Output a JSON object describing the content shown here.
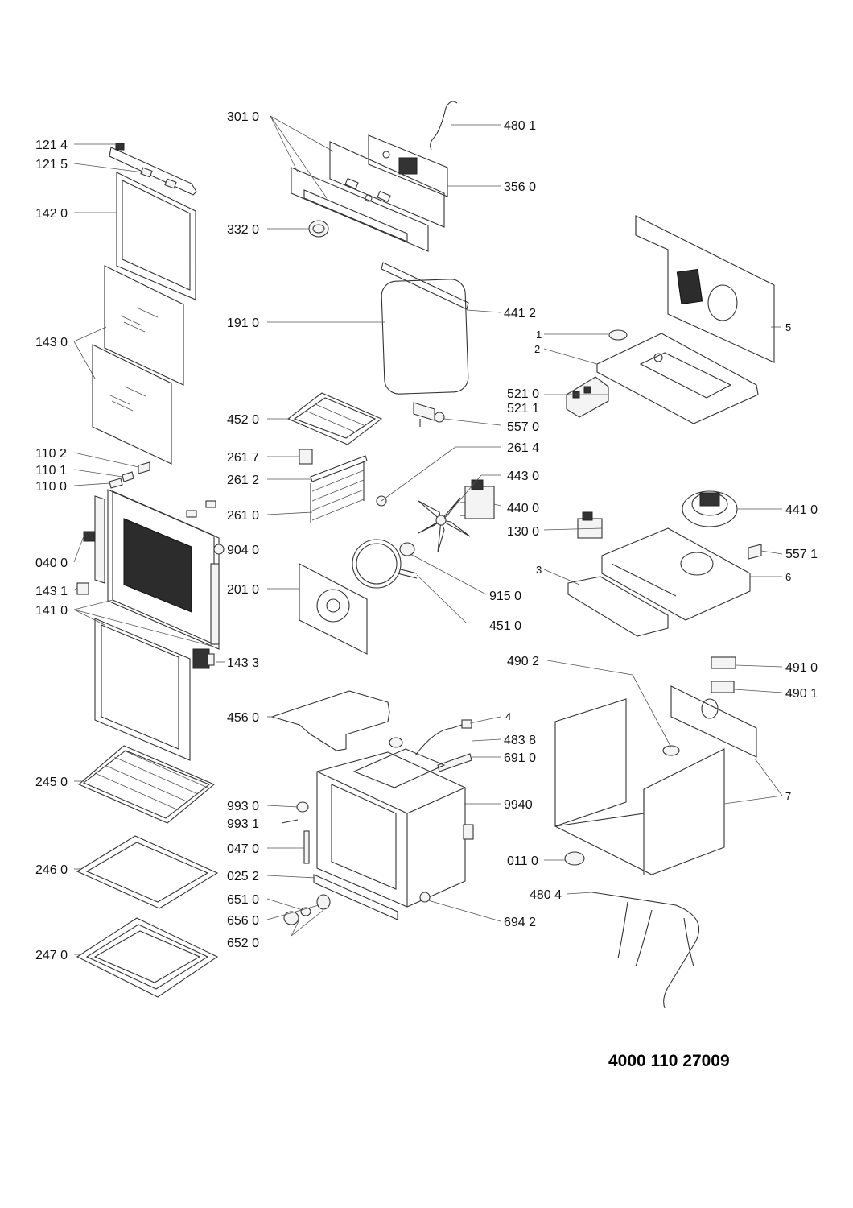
{
  "document_number": "4000 110 27009",
  "callouts": [
    {
      "id": "c-121-4",
      "text": "121 4"
    },
    {
      "id": "c-121-5",
      "text": "121 5"
    },
    {
      "id": "c-142-0",
      "text": "142 0"
    },
    {
      "id": "c-143-0",
      "text": "143 0"
    },
    {
      "id": "c-110-2",
      "text": "110 2"
    },
    {
      "id": "c-110-1",
      "text": "110 1"
    },
    {
      "id": "c-110-0",
      "text": "110 0"
    },
    {
      "id": "c-040-0",
      "text": "040 0"
    },
    {
      "id": "c-143-1",
      "text": "143 1"
    },
    {
      "id": "c-141-0",
      "text": "141 0"
    },
    {
      "id": "c-245-0",
      "text": "245 0"
    },
    {
      "id": "c-246-0",
      "text": "246 0"
    },
    {
      "id": "c-247-0",
      "text": "247 0"
    },
    {
      "id": "c-301-0",
      "text": "301 0"
    },
    {
      "id": "c-332-0",
      "text": "332 0"
    },
    {
      "id": "c-191-0",
      "text": "191 0"
    },
    {
      "id": "c-452-0",
      "text": "452 0"
    },
    {
      "id": "c-261-7",
      "text": "261 7"
    },
    {
      "id": "c-261-2",
      "text": "261 2"
    },
    {
      "id": "c-261-0",
      "text": "261 0"
    },
    {
      "id": "c-904-0",
      "text": "904 0"
    },
    {
      "id": "c-201-0",
      "text": "201 0"
    },
    {
      "id": "c-143-3",
      "text": "143 3"
    },
    {
      "id": "c-456-0",
      "text": "456 0"
    },
    {
      "id": "c-993-0",
      "text": "993 0"
    },
    {
      "id": "c-993-1",
      "text": "993 1"
    },
    {
      "id": "c-047-0",
      "text": "047 0"
    },
    {
      "id": "c-025-2",
      "text": "025 2"
    },
    {
      "id": "c-651-0",
      "text": "651 0"
    },
    {
      "id": "c-656-0",
      "text": "656 0"
    },
    {
      "id": "c-652-0",
      "text": "652 0"
    },
    {
      "id": "c-480-1",
      "text": "480 1"
    },
    {
      "id": "c-356-0",
      "text": "356 0"
    },
    {
      "id": "c-441-2",
      "text": "441 2"
    },
    {
      "id": "c-521-0",
      "text": "521 0"
    },
    {
      "id": "c-521-1",
      "text": "521 1"
    },
    {
      "id": "c-557-0",
      "text": "557 0"
    },
    {
      "id": "c-261-4",
      "text": "261 4"
    },
    {
      "id": "c-443-0",
      "text": "443 0"
    },
    {
      "id": "c-440-0",
      "text": "440 0"
    },
    {
      "id": "c-130-0",
      "text": "130 0"
    },
    {
      "id": "c-915-0",
      "text": "915 0"
    },
    {
      "id": "c-451-0",
      "text": "451 0"
    },
    {
      "id": "c-490-2",
      "text": "490 2"
    },
    {
      "id": "c-4",
      "text": "4"
    },
    {
      "id": "c-483-8",
      "text": "483 8"
    },
    {
      "id": "c-691-0",
      "text": "691 0"
    },
    {
      "id": "c-9940",
      "text": "9940"
    },
    {
      "id": "c-694-2",
      "text": "694 2"
    },
    {
      "id": "c-011-0",
      "text": "011 0"
    },
    {
      "id": "c-480-4",
      "text": "480 4"
    },
    {
      "id": "c-1",
      "text": "1"
    },
    {
      "id": "c-2",
      "text": "2"
    },
    {
      "id": "c-5",
      "text": "5"
    },
    {
      "id": "c-441-0",
      "text": "441 0"
    },
    {
      "id": "c-557-1",
      "text": "557 1"
    },
    {
      "id": "c-3",
      "text": "3"
    },
    {
      "id": "c-6",
      "text": "6"
    },
    {
      "id": "c-491-0",
      "text": "491 0"
    },
    {
      "id": "c-490-1",
      "text": "490 1"
    },
    {
      "id": "c-7",
      "text": "7"
    }
  ]
}
